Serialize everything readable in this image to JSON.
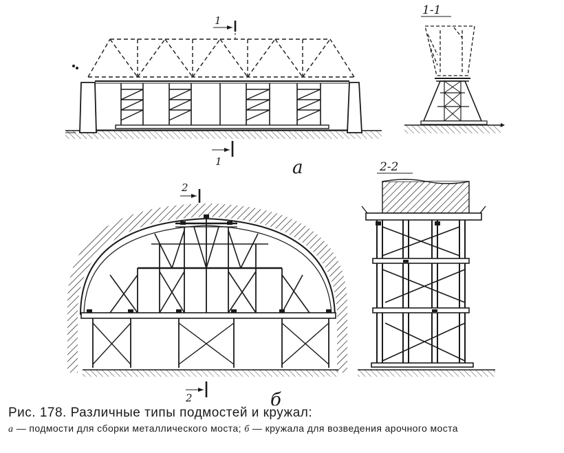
{
  "figure": {
    "labels": {
      "section_1_top": "1",
      "section_1_bottom": "1",
      "section_1_1": "1-1",
      "panel_a": "а",
      "section_2_top": "2",
      "section_2_bottom": "2",
      "section_2_2": "2-2",
      "panel_b": "б"
    }
  },
  "caption": {
    "title": "Рис. 178. Различные типы подмостей и кружал:",
    "a_letter": "а",
    "a_text": " — подмости для сборки металлического моста; ",
    "b_letter": "б",
    "b_text": " — кружала для возведения арочного моста"
  }
}
